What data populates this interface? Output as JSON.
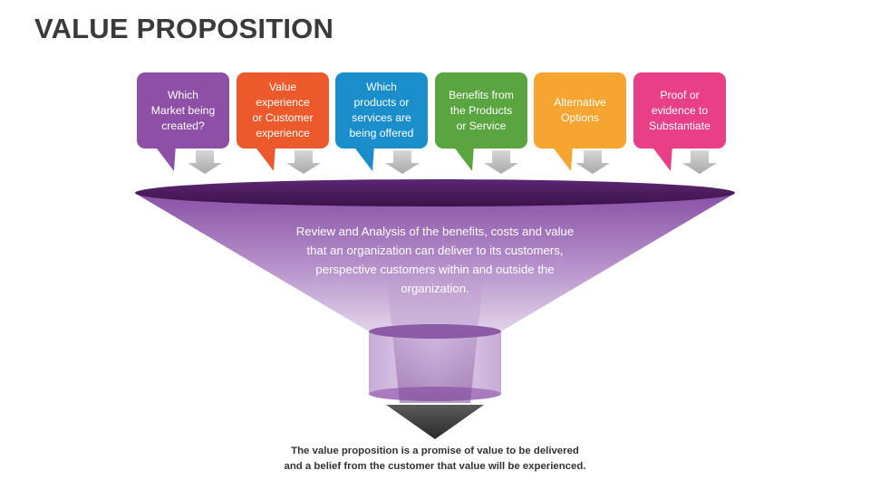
{
  "title": "VALUE PROPOSITION",
  "items": [
    {
      "label": "Which\nMarket being\ncreated?",
      "color": "#8e4fa6"
    },
    {
      "label": "Value\nexperience\nor Customer\nexperience",
      "color": "#ec5a2c"
    },
    {
      "label": "Which\nproducts or\nservices are\nbeing offered",
      "color": "#1a8dcb"
    },
    {
      "label": "Benefits from\nthe Products\nor Service",
      "color": "#5aa540"
    },
    {
      "label": "Alternative\nOptions",
      "color": "#f6a531"
    },
    {
      "label": "Proof or\nevidence to\nSubstantiate",
      "color": "#e83f86"
    }
  ],
  "funnel_text": "Review and Analysis of the benefits, costs and value that an organization can deliver to its customers, perspective customers within and outside the organization.",
  "footer_text": "The value proposition is a promise of value to be delivered\nand a belief from the customer that value will be experienced.",
  "colors": {
    "funnel_rim": "#4a1a5c",
    "funnel_body_top": "#8e5aa8",
    "funnel_body_bottom": "#d9c6e3",
    "cylinder": "#c9aed8",
    "down_arrow": "#333333"
  }
}
